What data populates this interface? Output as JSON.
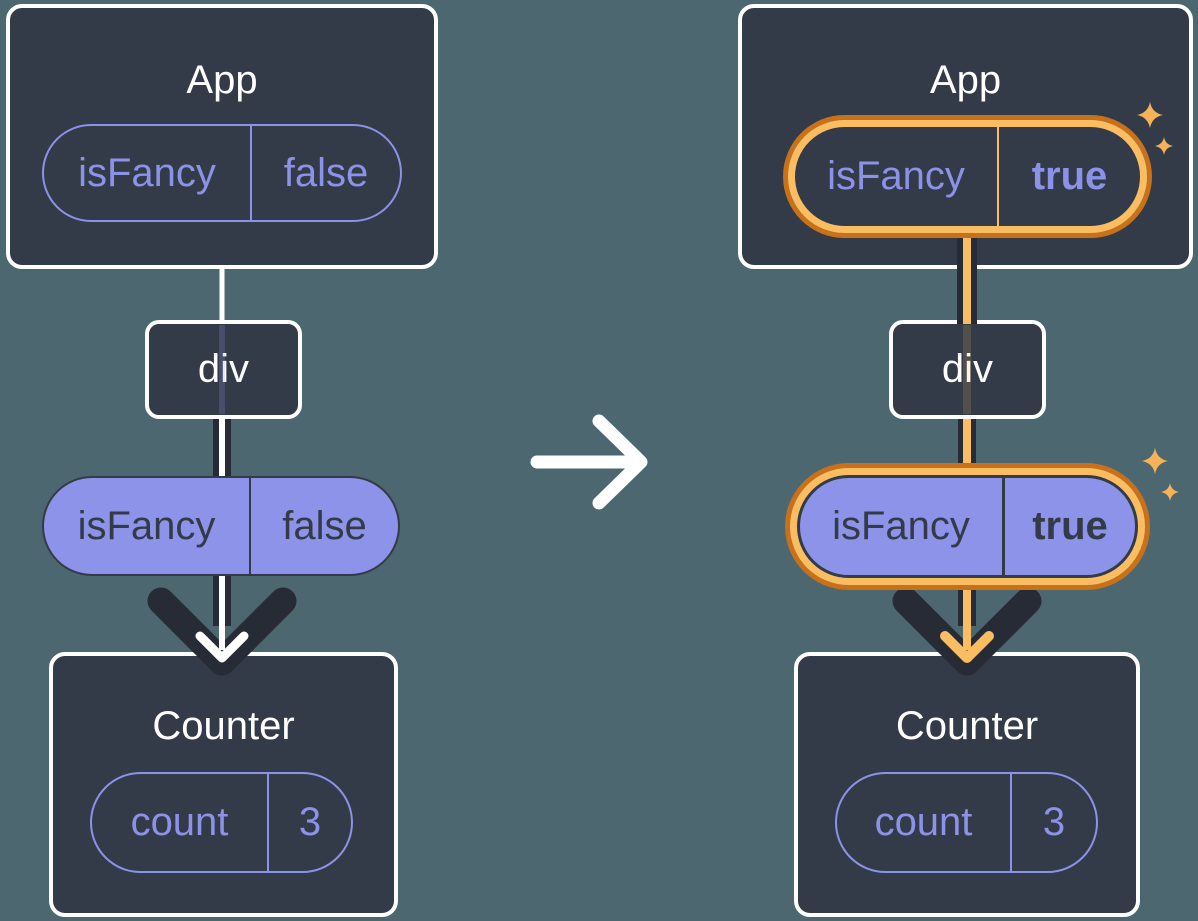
{
  "colors": {
    "bg": "#4d6770",
    "card": "#343b48",
    "white": "#ffffff",
    "purple": "#8b92e8",
    "purple-fill": "#8c93e8",
    "text-dark": "#343b48",
    "arrow-dark": "#262b35",
    "orange-dark": "#c7711c",
    "orange-light": "#fabd62",
    "sparkle": "#f6b258",
    "stripe-purple": "rgba(139,146,232,0.22)",
    "stripe-orange": "rgba(250,189,98,0.16)"
  },
  "left": {
    "app": {
      "title": "App",
      "prop_name": "isFancy",
      "prop_value": "false"
    },
    "div_label": "div",
    "passed_prop": {
      "name": "isFancy",
      "value": "false"
    },
    "counter": {
      "title": "Counter",
      "state_name": "count",
      "state_value": "3"
    }
  },
  "right": {
    "app": {
      "title": "App",
      "prop_name": "isFancy",
      "prop_value": "true"
    },
    "div_label": "div",
    "passed_prop": {
      "name": "isFancy",
      "value": "true"
    },
    "counter": {
      "title": "Counter",
      "state_name": "count",
      "state_value": "3"
    }
  }
}
